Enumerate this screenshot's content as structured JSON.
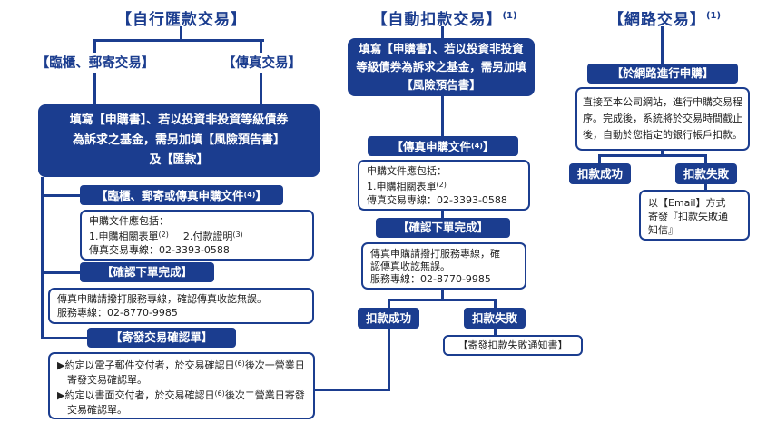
{
  "colors": {
    "navy": "#1b3d8f",
    "text": "#222222",
    "background": "#ffffff"
  },
  "col1": {
    "title": "【自行匯款交易】",
    "branch_counter_mail": "【臨櫃、郵寄交易】",
    "branch_fax": "【傳真交易】",
    "fill_form_box": {
      "line1": "填寫【申購書】、若以投資非投資等級債券",
      "line2": "為訴求之基金，需另加填【風險預告書】",
      "line3": "及【匯款】"
    },
    "purchase_docs": {
      "header_pre": "【臨櫃、郵寄或傳真申購文件",
      "header_sup": "(4)",
      "header_post": "】",
      "intro": "申購文件應包括：",
      "item1": "1.申購相關表單",
      "item1_sup": "(2)",
      "item2": "2.付款證明",
      "item2_sup": "(3)",
      "fax_line": "傳真交易專線：02-3393-0588"
    },
    "confirm_order": {
      "header": "【確認下單完成】",
      "line1": "傳真申購請撥打服務專線，確認傳真收訖無誤。",
      "line2": "服務專線：02-8770-9985"
    },
    "confirmation_slip": {
      "header": "【寄發交易確認單】",
      "items": [
        {
          "pre": "▶約定以電子郵件交付者，於交易確認日",
          "sup": "(6)",
          "post": "後次一營業日寄發交易確認單。"
        },
        {
          "pre": "▶約定以書面交付者，於交易確認日",
          "sup": "(6)",
          "post": "後次二營業日寄發交易確認單。"
        }
      ]
    }
  },
  "col2": {
    "title": "【自動扣款交易】",
    "title_sup": "(1)",
    "fill_form_box": {
      "line1": "填寫【申購書】、若以投資非投資",
      "line2": "等級債券為訴求之基金，需另加填",
      "line3": "【風險預告書】"
    },
    "fax_docs": {
      "header_pre": "【傳真申購文件",
      "header_sup": "(4)",
      "header_post": "】",
      "intro": "申購文件應包括：",
      "item1": "1.申購相關表單",
      "item1_sup": "(2)",
      "fax_line": "傳真交易專線：02-3393-0588"
    },
    "confirm_order": {
      "header": "【確認下單完成】",
      "line1": "傳真申購請撥打服務專線，確",
      "line2": "認傳真收訖無誤。",
      "line3": "服務專線：02-8770-9985"
    },
    "debit_success": "扣款成功",
    "debit_fail": "扣款失敗",
    "fail_notice": "【寄發扣款失敗通知書】"
  },
  "col3": {
    "title": "【網路交易】",
    "title_sup": "(1)",
    "online_purchase": {
      "header": "【於網路進行申購】",
      "line1": "直接至本公司網站，進行申購交易程",
      "line2": "序。完成後，系統將於交易時間截止",
      "line3": "後，自動於您指定的銀行帳戶扣款。"
    },
    "debit_success": "扣款成功",
    "debit_fail": "扣款失敗",
    "fail_notice": {
      "line1": "以【Email】方式",
      "line2": "寄發『扣款失敗通",
      "line3": "知信』"
    }
  }
}
